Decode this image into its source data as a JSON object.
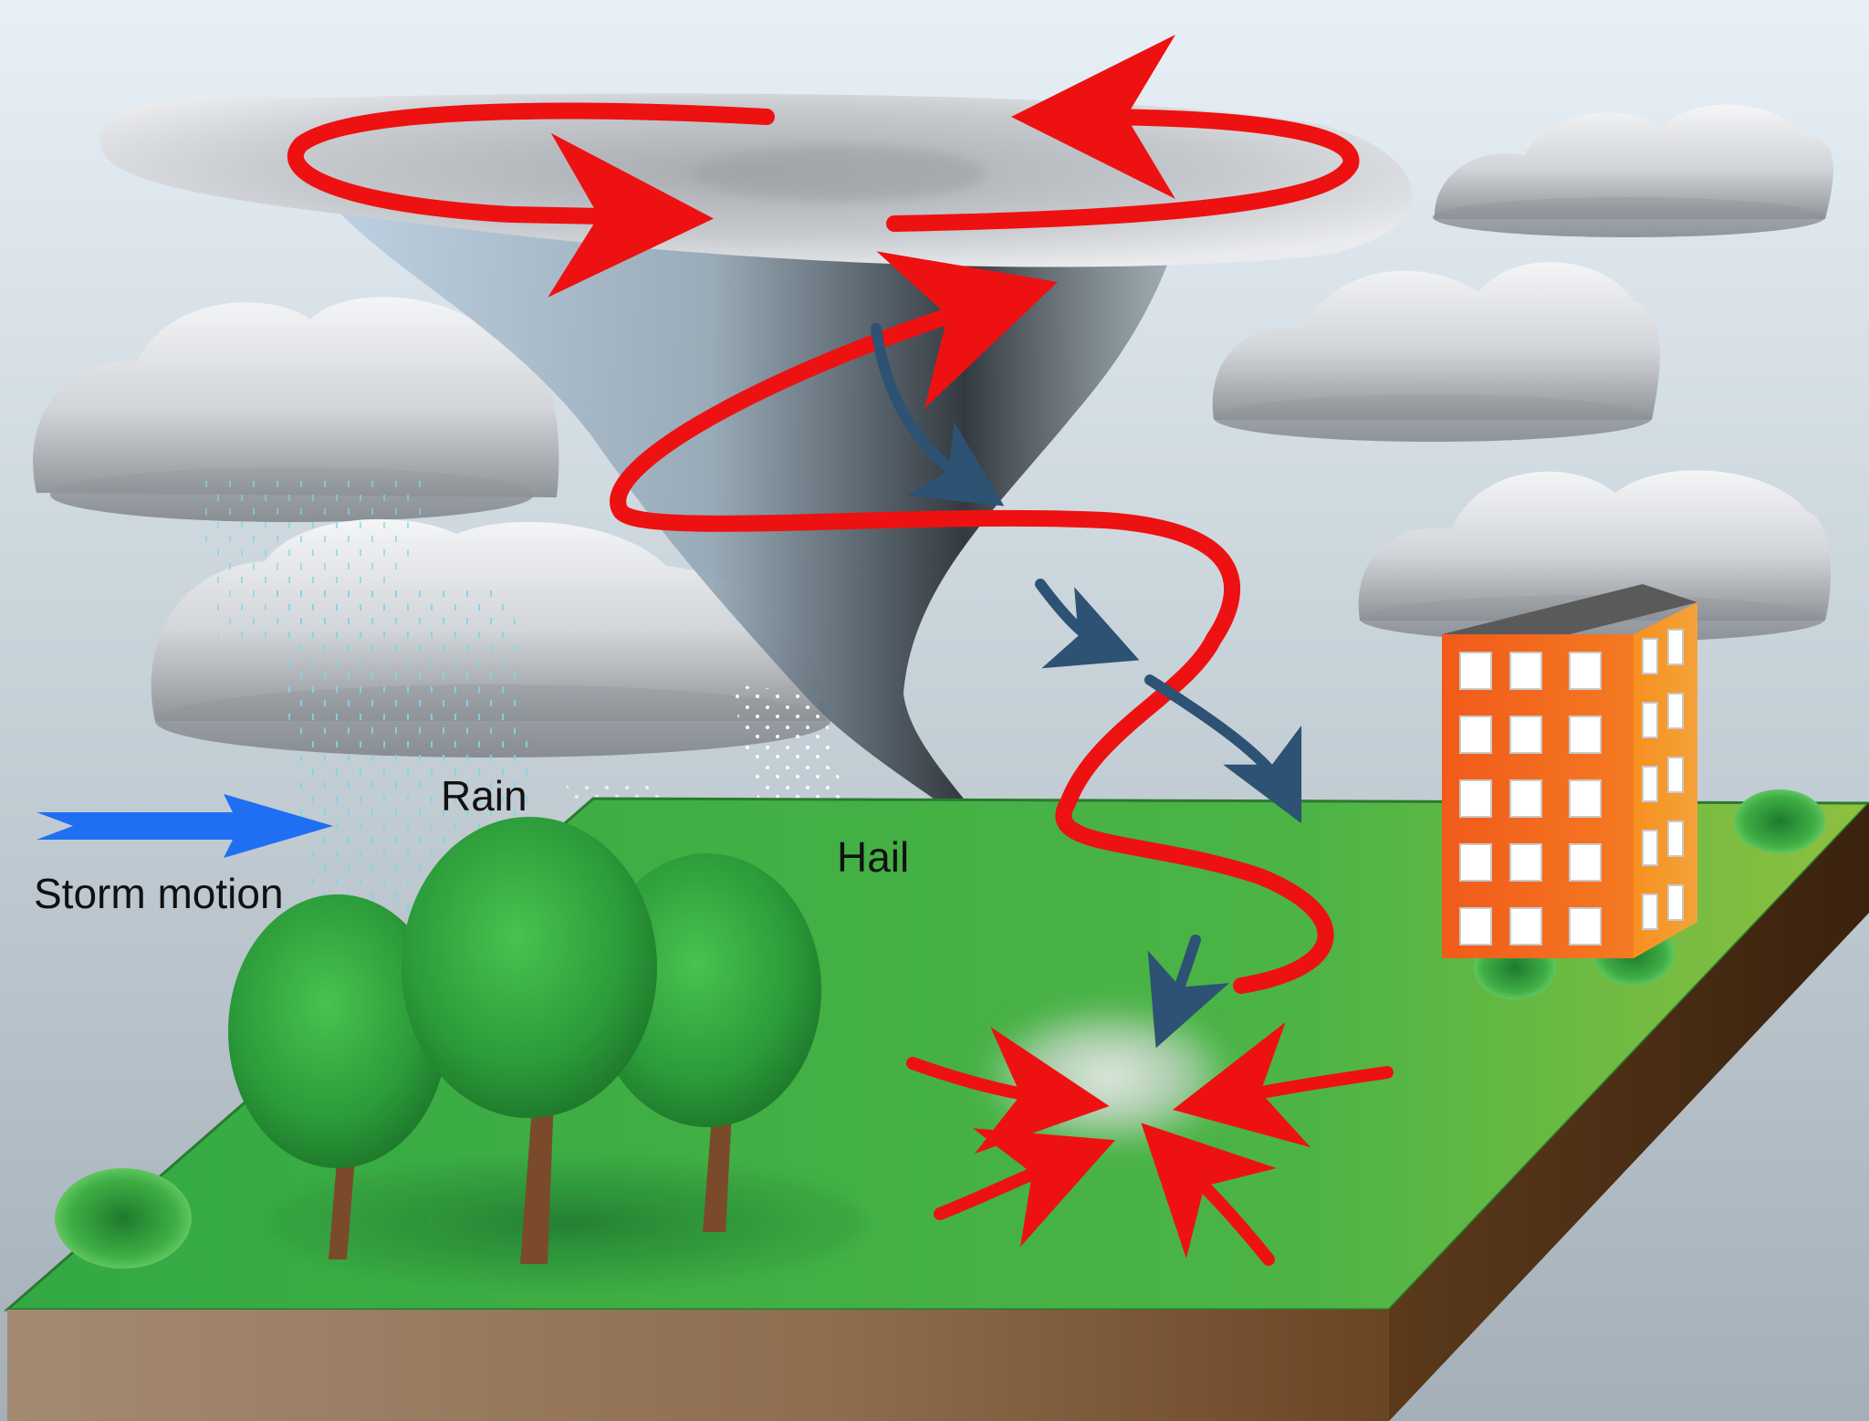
{
  "labels": {
    "rain": "Rain",
    "hail": "Hail",
    "storm_motion": "Storm motion"
  },
  "colors": {
    "sky_top": "#e4eef5",
    "sky_bottom": "#a9b4bd",
    "cloud_light": "#f2f3f5",
    "cloud_dark": "#8d9297",
    "funnel_light": "#c9dbea",
    "funnel_dark": "#1d2226",
    "rotation_arrow": "#ee1111",
    "inflow_arrow": "#ee1111",
    "downdraft_arrow": "#2d5273",
    "storm_motion_arrow": "#1e6ff2",
    "rain_drops": "#7fd6e6",
    "hail_stones": "#ffffff",
    "grass": "#3fae45",
    "grass_shadow": "#2f8f3a",
    "soil_front": "#9a7c62",
    "soil_side": "#5b3b1c",
    "building_wall": "#f26b1d",
    "building_side": "#f38a24",
    "building_roof": "#5a5a5a",
    "window": "#ffffff",
    "tree_foliage": "#2ea23f",
    "tree_trunk": "#7a4a2a"
  },
  "icons": [
    "rotation-arrow-icon",
    "spiral-updraft-arrow-icon",
    "downdraft-arrow-icon",
    "inflow-arrow-icon",
    "storm-motion-arrow-icon",
    "tree-icon",
    "bush-icon",
    "building-icon",
    "cloud-icon",
    "rain-drops-icon",
    "hail-stones-icon"
  ]
}
